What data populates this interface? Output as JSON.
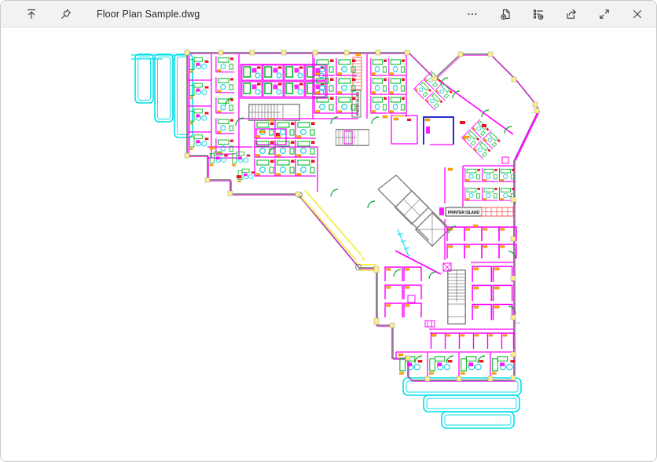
{
  "window": {
    "title": "Floor Plan Sample.dwg",
    "toolbar_icons_left": [
      "up-arrow",
      "pin"
    ],
    "toolbar_icons_right": [
      "more",
      "save-copy",
      "list-add",
      "share",
      "fullscreen",
      "close"
    ]
  },
  "colors": {
    "titlebar_bg": "#f2f2f1",
    "titlebar_border": "#e0e0e0",
    "window_border": "#c9c9c9",
    "icon": "#3f3f3f",
    "canvas_bg": "#ffffff",
    "wall": "#ff00ff",
    "glass": "#00e0ea",
    "desk": "#00bb22",
    "chair": "#00c8dc",
    "red": "#e81123",
    "orange": "#ffaa00",
    "gray": "#808080",
    "yellow": "#f2ef5a",
    "green": "#00a321",
    "blue": "#2b2bd4",
    "hatch_red": "#f25c5c",
    "marker_yellow": "#ffef8a"
  },
  "floorplan": {
    "printer_island_label": "PRINTER ISLAND"
  }
}
